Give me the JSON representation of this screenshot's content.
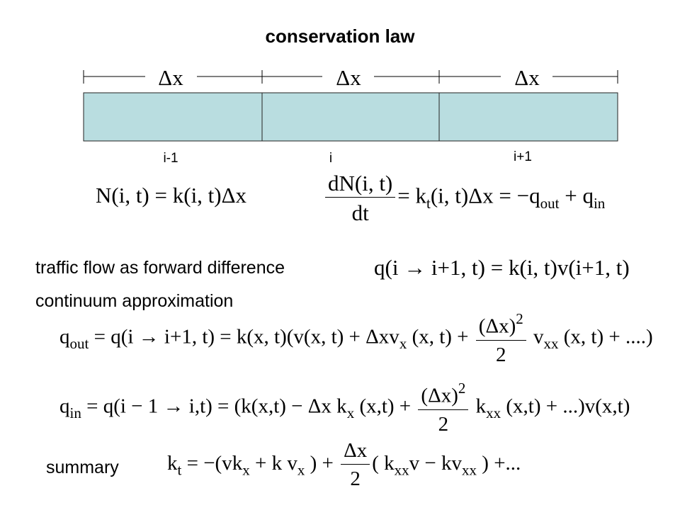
{
  "title": "conservation law",
  "cells": {
    "dx_label": "Δx",
    "fill": "#b9dde0",
    "index_labels": [
      "i-1",
      "i",
      "i+1"
    ]
  },
  "eq_density": {
    "lhs": "N(i, t) = k(i, t)Δx"
  },
  "eq_rate": {
    "num": "dN(i, t)",
    "den": "dt",
    "rhs_a": "= k",
    "rhs_a_sub": "t",
    "rhs_b": "(i, t)Δx = −q",
    "rhs_b_sub": "out",
    "rhs_c": " + q",
    "rhs_c_sub": "in"
  },
  "line_flow": {
    "text": "traffic flow as forward difference",
    "formula": "q(i → i+1, t) = k(i, t)v(i+1, t)"
  },
  "line_continuum": {
    "text": "continuum approximation"
  },
  "eq_qout": {
    "q": "q",
    "q_sub": "out",
    "part1": " = q(i → i+1, t) = k(x, t)(v(x, t) + Δxv",
    "sub1": "x",
    "part2": " (x, t) + ",
    "num": "(Δx)",
    "num_sup": "2",
    "den": "2",
    "part3": " v",
    "sub3": "xx",
    "part4": " (x, t) + ....)"
  },
  "eq_qin": {
    "q": "q",
    "q_sub": "in",
    "part1": " = q(i − 1 → i,t) = (k(x,t) − Δx k",
    "sub1": "x",
    "part2": " (x,t) + ",
    "num": "(Δx)",
    "num_sup": "2",
    "den": "2",
    "part3": " k",
    "sub3": "xx",
    "part4": " (x,t) + ...)v(x,t)"
  },
  "summary": {
    "label": "summary",
    "k": "k",
    "k_sub": "t",
    "part1": " = −(vk",
    "sub1": "x",
    "part2": " + k v",
    "sub2": "x",
    "part3": " ) + ",
    "num": "Δx",
    "den": "2",
    "part4": "( k",
    "sub4": "xx",
    "part5": "v − kv",
    "sub5": "xx",
    "part6": " ) +..."
  }
}
